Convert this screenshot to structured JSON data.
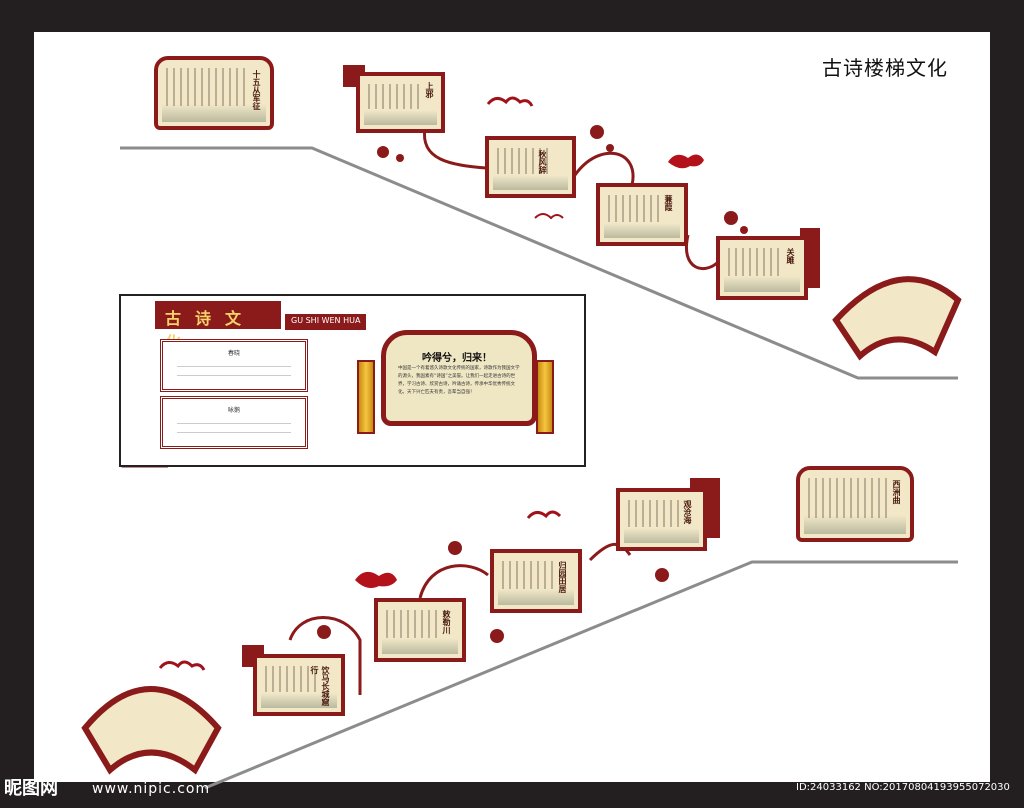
{
  "page_title": "古诗楼梯文化",
  "panel": {
    "title_chars": "古诗文化",
    "pinyin": "GU SHI WEN HUA",
    "scroll_heading": "吟得兮，归来！",
    "scroll_text": "中国是一个有着悠久诗歌文化传统的国家，诗歌作为我国文学的源头，我国素有“诗国”之美誉。让我们一起走进古诗的世界，学习古诗、欣赏古诗，吟诵古诗，传承中华优秀传统文化。天下兴亡匹夫有责，吾辈当自强！",
    "score_1_name": "春晓",
    "score_2_name": "咏鹅"
  },
  "upper_frames": [
    {
      "title": "上邪"
    },
    {
      "title": "秋风辞"
    },
    {
      "title": "蒹葭"
    },
    {
      "title": "关雎"
    }
  ],
  "upper_book": {
    "title": "十五从军征"
  },
  "lower_frames": [
    {
      "title": "观沧海"
    },
    {
      "title": "归园田居"
    },
    {
      "title": "敕勒川"
    },
    {
      "title": "饮马长城窟行"
    }
  ],
  "lower_book": {
    "title": "西洲曲"
  },
  "watermark": {
    "logo": "昵图网",
    "url": "www.nipic.com",
    "id": "ID:24033162 NO:20170804193955072030"
  },
  "colors": {
    "frame": "#8b1a1a",
    "paper": "#f2e8c8",
    "gold": "#f5c542"
  }
}
